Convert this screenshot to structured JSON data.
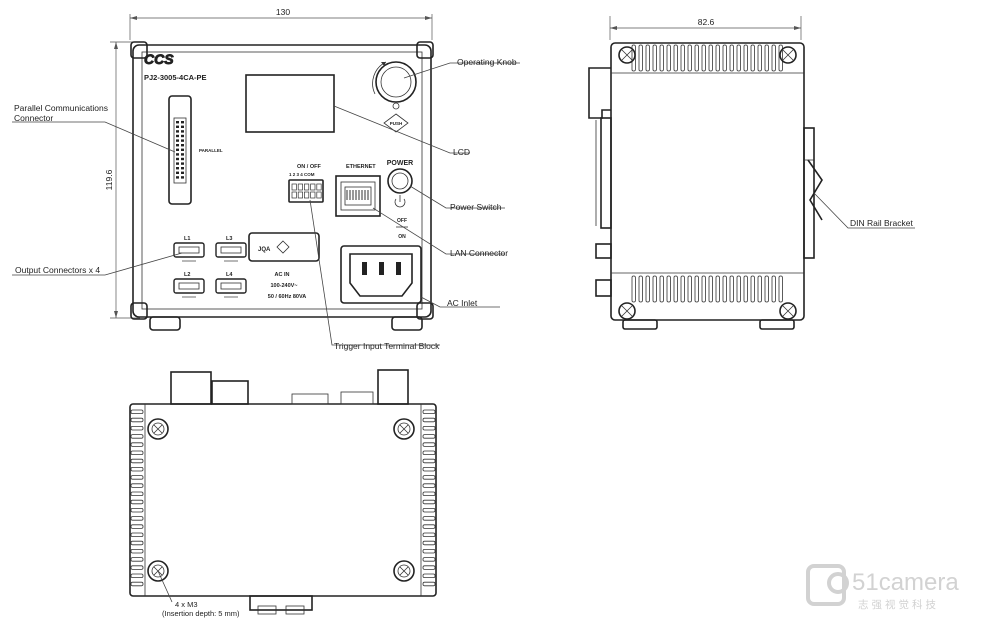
{
  "dimensions": {
    "front_width": "130",
    "front_height": "119.6",
    "side_depth": "82.6"
  },
  "callouts": {
    "operating_knob": "Operating Knob",
    "parallel_connector_line1": "Parallel Communications",
    "parallel_connector_line2": "Connector",
    "lcd": "LCD",
    "power_switch": "Power Switch",
    "lan_connector": "LAN Connector",
    "output_connectors": "Output Connectors x 4",
    "ac_inlet": "AC Inlet",
    "trigger_terminal": "Trigger Input Terminal Block",
    "din_rail_bracket": "DIN Rail Bracket",
    "screws_line1": "4 x M3",
    "screws_line2": "(Insertion depth: 5 mm)"
  },
  "panel": {
    "brand": "CCS",
    "model": "PJ2-3005-4CA-PE",
    "parallel": "PARALLEL",
    "push": "PUSH",
    "onoff": "ON / OFF",
    "dip_numbers": "1 2 3 4 COM",
    "ethernet": "ETHERNET",
    "power": "POWER",
    "off": "OFF",
    "on": "ON",
    "ch1": "L1",
    "ch2": "L2",
    "ch3": "L3",
    "ch4": "L4",
    "cert": "JQA",
    "ac_in": "AC IN",
    "voltage": "100-240V~",
    "rating": "50 / 60Hz 80VA"
  },
  "watermark": {
    "brand": "51camera",
    "chinese": "志强视觉科技"
  }
}
